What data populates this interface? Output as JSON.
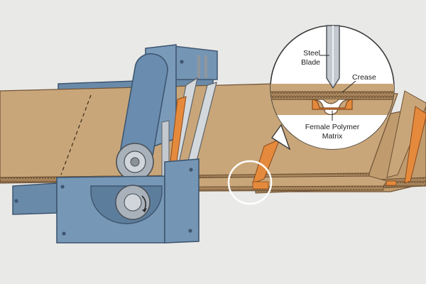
{
  "callout": {
    "blade_label_line1": "Steel",
    "blade_label_line2": "Blade",
    "crease_label": "Crease",
    "matrix_label_line1": "Female Polymer",
    "matrix_label_line2": "Matrix"
  },
  "colors": {
    "background": "#e9e9e7",
    "cardboard": "#c9a679",
    "cardboard_edge": "#8d6e4a",
    "machine_blue": "#6f8fae",
    "machine_blue_dark": "#4e6f8f",
    "matrix_orange": "#e58a3c",
    "steel": "#b9c0c6"
  },
  "icons": [
    "zoom-circle",
    "roller",
    "steel-blade",
    "polymer-matrix"
  ]
}
